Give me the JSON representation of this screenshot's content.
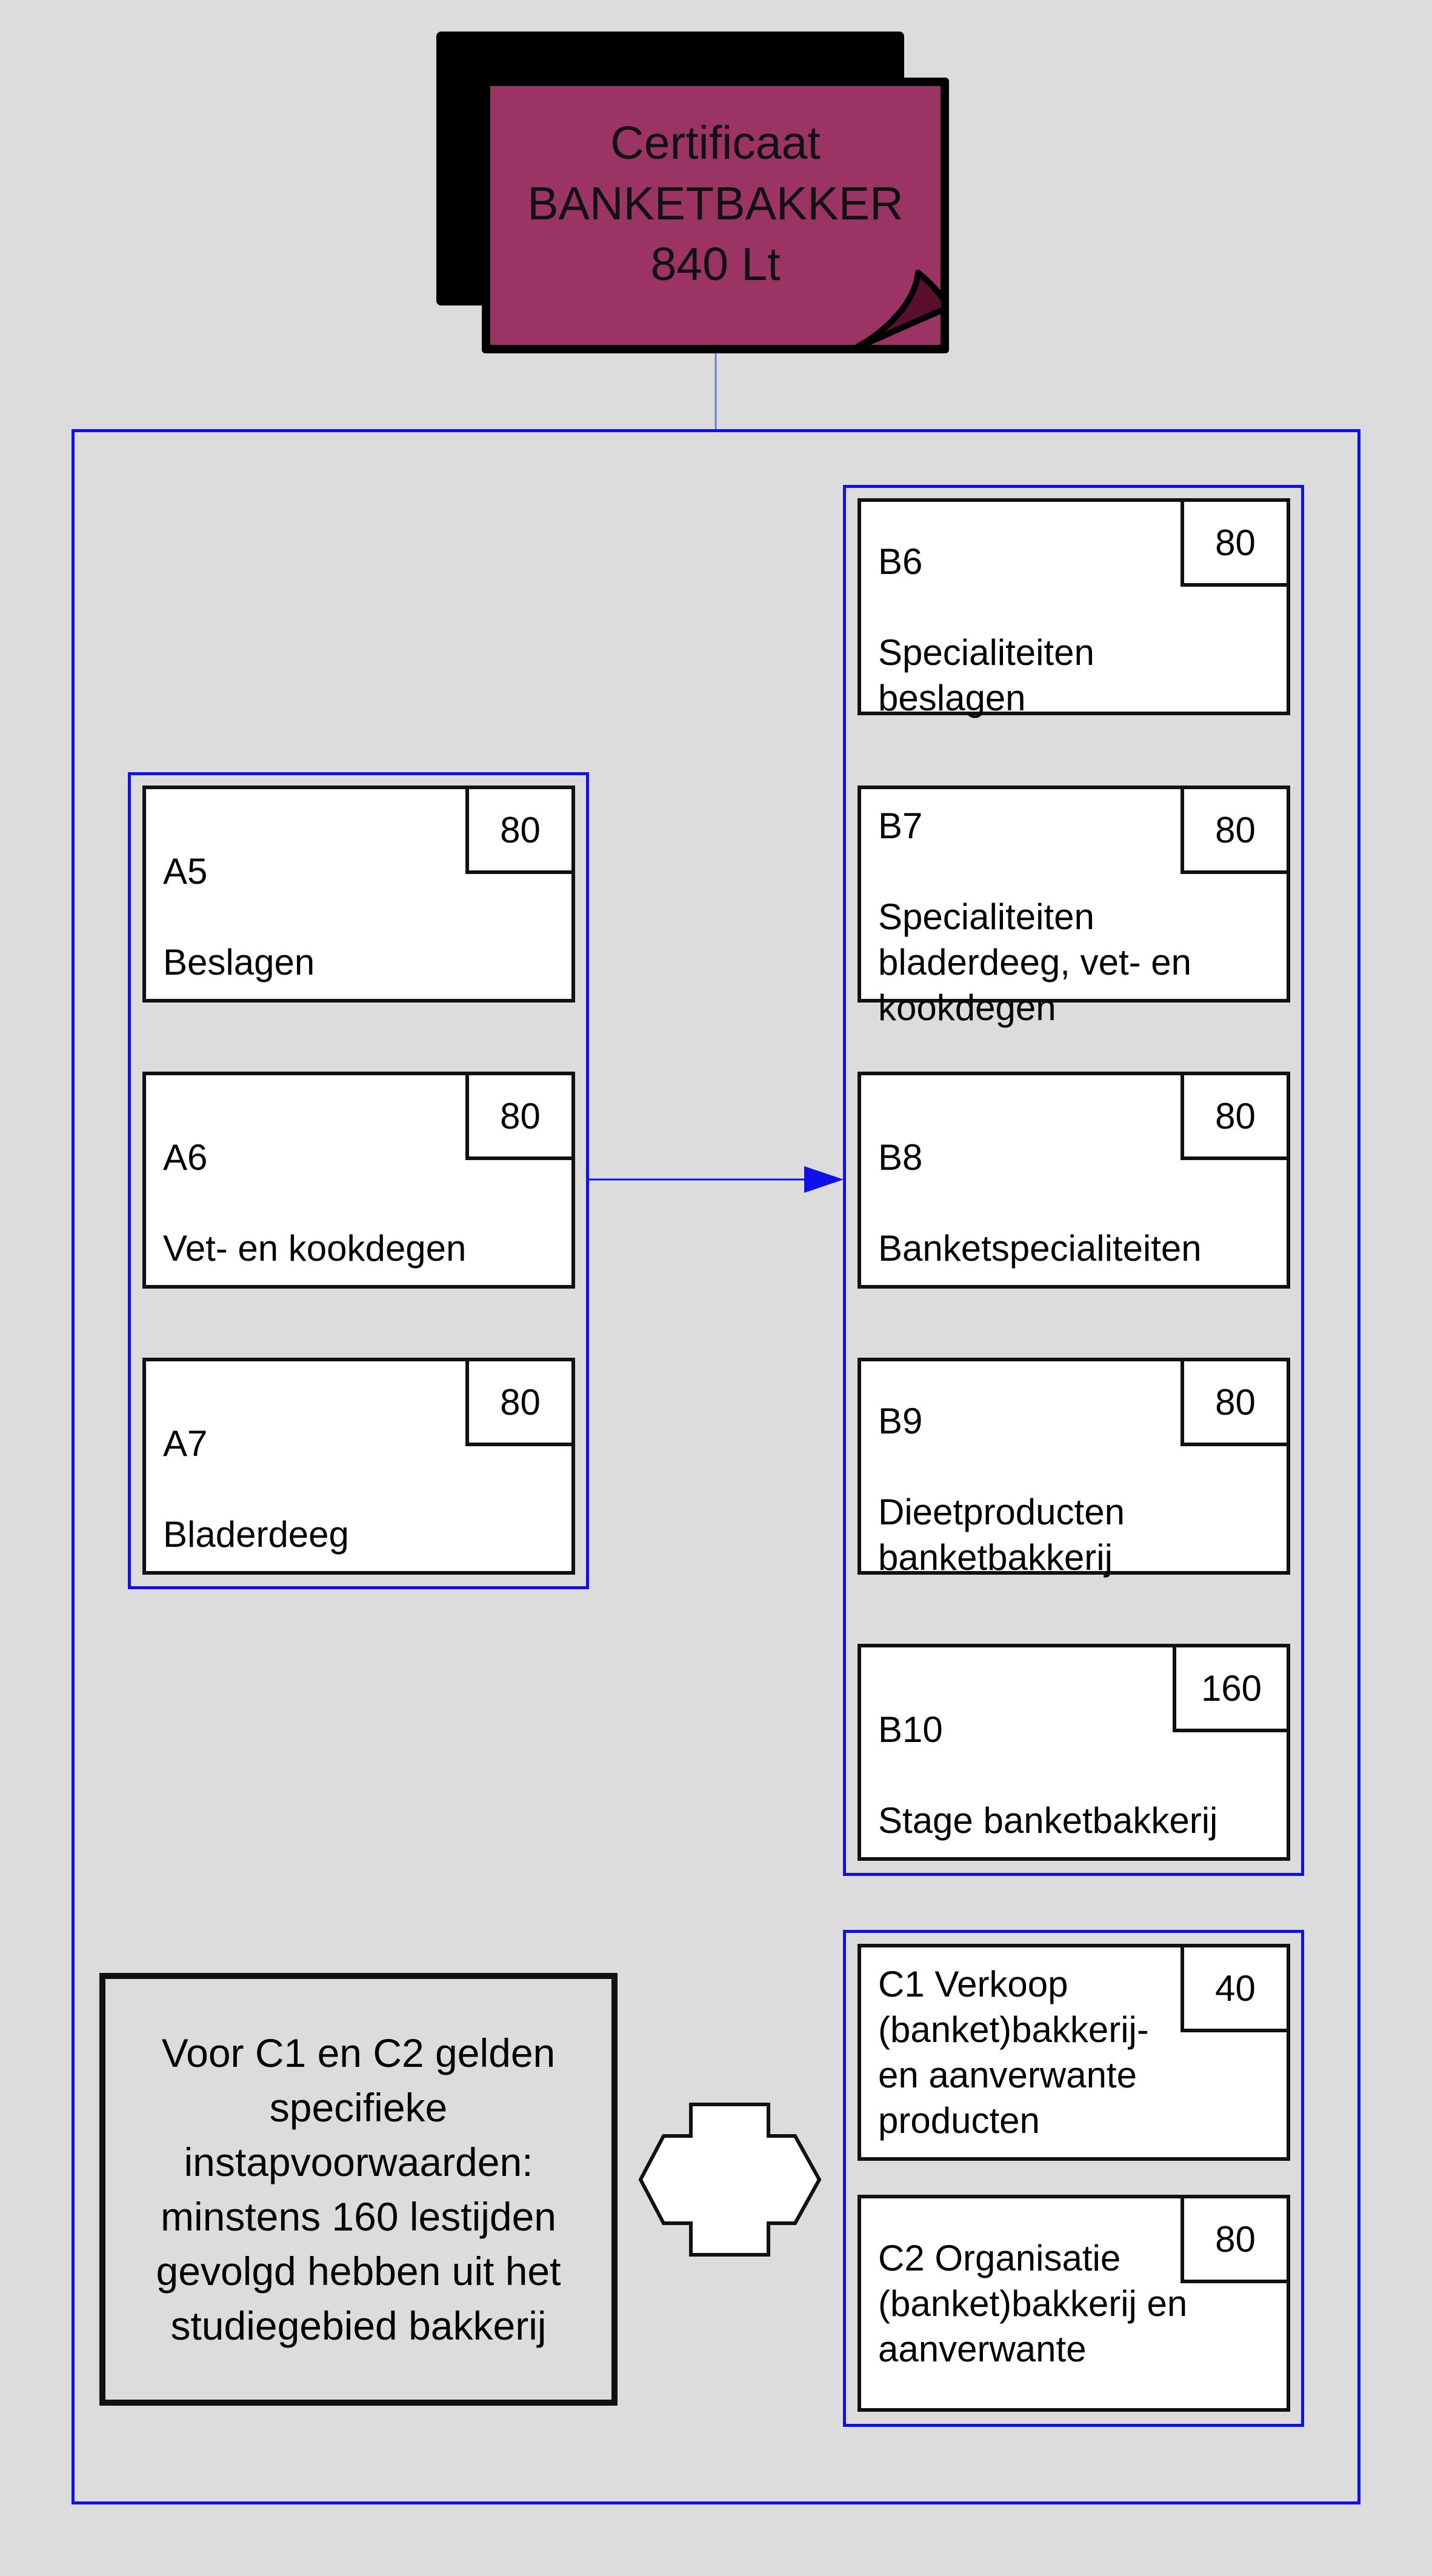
{
  "certificate": {
    "line1": "Certificaat",
    "line2": "BANKETBAKKER",
    "line3": "840 Lt",
    "color": "#9b3365"
  },
  "group_a": {
    "modules": [
      {
        "code": "A5",
        "name": "Beslagen",
        "hours": "80"
      },
      {
        "code": "A6",
        "name": "Vet- en kookdegen",
        "hours": "80"
      },
      {
        "code": "A7",
        "name": "Bladerdeeg",
        "hours": "80"
      }
    ]
  },
  "group_b": {
    "modules": [
      {
        "code": "B6",
        "name": "Specialiteiten\nbeslagen",
        "hours": "80"
      },
      {
        "code": "B7",
        "name": "Specialiteiten\nbladerdeeg, vet- en\nkookdegen",
        "hours": "80"
      },
      {
        "code": "B8",
        "name": "Banketspecialiteiten",
        "hours": "80"
      },
      {
        "code": "B9",
        "name": "Dieetproducten\nbanketbakkerij",
        "hours": "80"
      },
      {
        "code": "B10",
        "name": "Stage banketbakkerij",
        "hours": "160"
      }
    ]
  },
  "group_c": {
    "modules": [
      {
        "label": "C1 Verkoop\n(banket)bakkerij-\nen aanverwante\nproducten",
        "hours": "40"
      },
      {
        "label": "C2 Organisatie\n(banket)bakkerij en\naanverwante",
        "hours": "80"
      }
    ]
  },
  "note": {
    "text": "Voor C1 en C2 gelden specifieke instapvoorwaarden: minstens 160 lestijden gevolgd hebben uit het studiegebied bakkerij"
  },
  "colors": {
    "background": "#dcdcdc",
    "group_border": "#1010e8",
    "connector": "#1010e8"
  }
}
